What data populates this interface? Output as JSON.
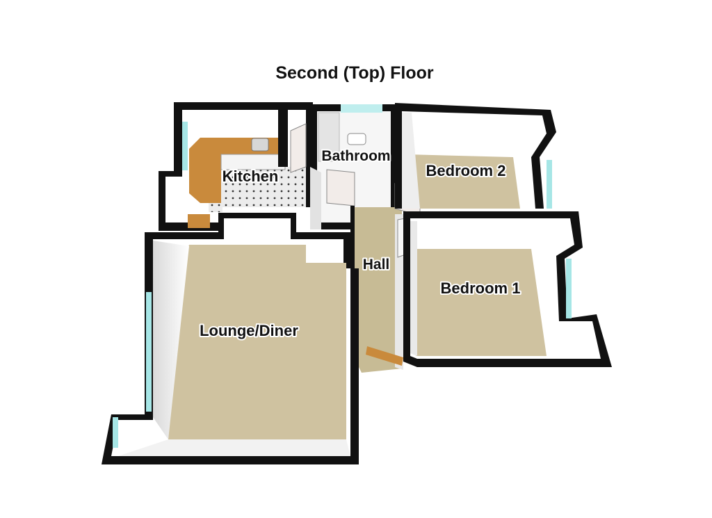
{
  "title": "Second (Top) Floor",
  "rooms": {
    "kitchen": "Kitchen",
    "bathroom": "Bathroom",
    "bedroom2": "Bedroom 2",
    "bedroom1": "Bedroom 1",
    "hall": "Hall",
    "lounge": "Lounge/Diner"
  },
  "colors": {
    "carpet": "#cfc2a0",
    "wall_top": "#111111",
    "wall_inner": "#ffffff",
    "counter": "#c98a3c",
    "door": "#f2ece9",
    "glass": "#a6e6e6",
    "tile": "#e9e9e9"
  }
}
